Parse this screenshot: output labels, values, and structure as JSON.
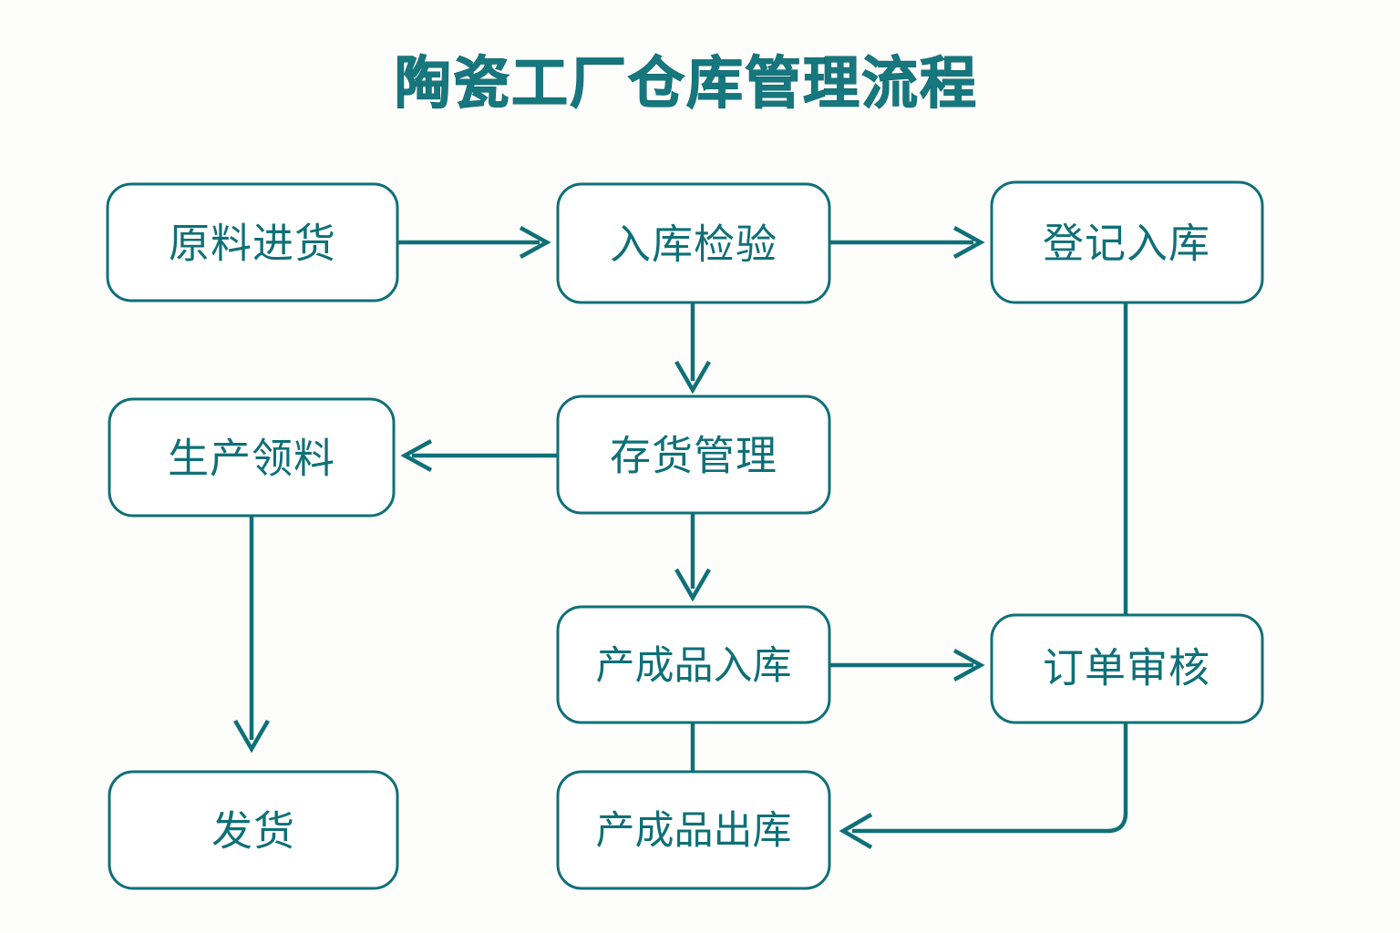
{
  "title": "陶瓷工厂仓库管理流程",
  "colors": {
    "background": "#fdfdfb",
    "accent": "#0f7077",
    "title": "#16787e",
    "node_fill": "#ffffff"
  },
  "chart_data": {
    "type": "diagram",
    "diagram_kind": "flowchart",
    "title": "陶瓷工厂仓库管理流程",
    "direction": "mixed (left-to-right with vertical branches)",
    "nodes": [
      {
        "id": "n1",
        "label": "原料进货",
        "row": 1,
        "col": 1
      },
      {
        "id": "n2",
        "label": "入库检验",
        "row": 1,
        "col": 2
      },
      {
        "id": "n3",
        "label": "登记入库",
        "row": 1,
        "col": 3
      },
      {
        "id": "n4",
        "label": "生产领料",
        "row": 2,
        "col": 1
      },
      {
        "id": "n5",
        "label": "存货管理",
        "row": 2,
        "col": 2
      },
      {
        "id": "n6",
        "label": "产成品入库",
        "row": 3,
        "col": 2
      },
      {
        "id": "n7",
        "label": "订单审核",
        "row": 3,
        "col": 3
      },
      {
        "id": "n8",
        "label": "发货",
        "row": 4,
        "col": 1
      },
      {
        "id": "n9",
        "label": "产成品出库",
        "row": 4,
        "col": 2
      }
    ],
    "edges": [
      {
        "from": "n1",
        "to": "n2",
        "direction": "right",
        "arrow": true
      },
      {
        "from": "n2",
        "to": "n3",
        "direction": "right",
        "arrow": true
      },
      {
        "from": "n2",
        "to": "n5",
        "direction": "down",
        "arrow": true
      },
      {
        "from": "n5",
        "to": "n4",
        "direction": "left",
        "arrow": true
      },
      {
        "from": "n5",
        "to": "n6",
        "direction": "down",
        "arrow": true
      },
      {
        "from": "n4",
        "to": "n8",
        "direction": "down",
        "arrow": true
      },
      {
        "from": "n6",
        "to": "n7",
        "direction": "right",
        "arrow": true
      },
      {
        "from": "n3",
        "to": "n7",
        "direction": "down",
        "arrow": false
      },
      {
        "from": "n6",
        "to": "n9",
        "direction": "down",
        "arrow": false
      },
      {
        "from": "n7",
        "to": "n9",
        "direction": "down-then-left",
        "arrow": true
      }
    ]
  }
}
